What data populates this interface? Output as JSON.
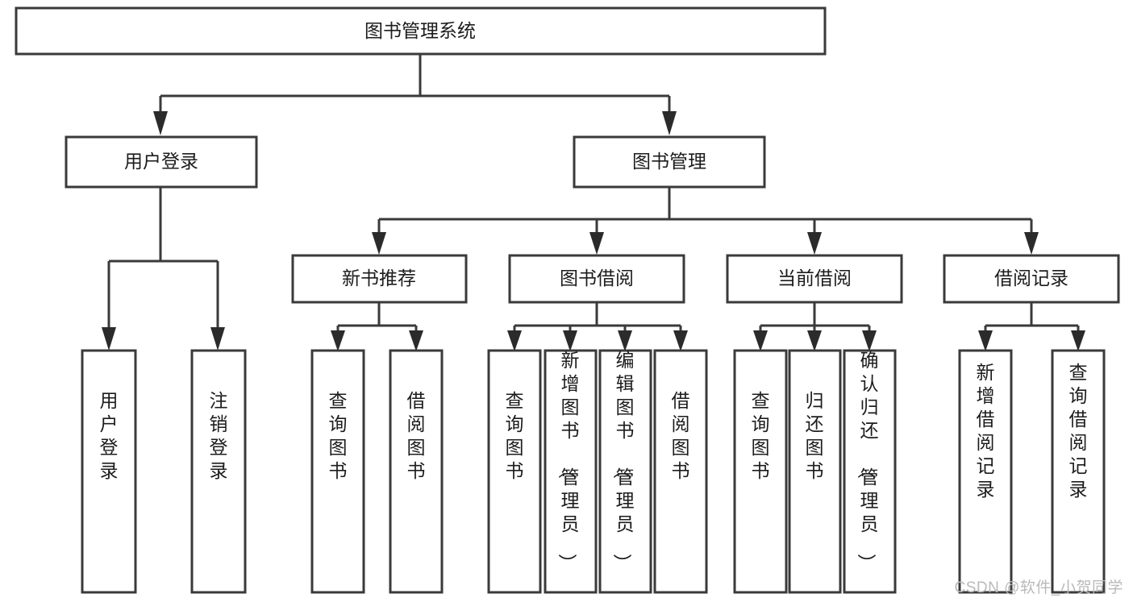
{
  "diagram": {
    "type": "tree",
    "title": "图书管理系统",
    "orientation": "top-down",
    "colors": {
      "box_stroke": "#3a3a3a",
      "box_fill": "#ffffff",
      "connector": "#3a3a3a",
      "text": "#1c1c1c",
      "watermark": "#b9b9b9"
    },
    "root": {
      "label": "图书管理系统"
    },
    "level2": [
      {
        "label": "用户登录"
      },
      {
        "label": "图书管理"
      }
    ],
    "level3": [
      {
        "label": "新书推荐"
      },
      {
        "label": "图书借阅"
      },
      {
        "label": "当前借阅"
      },
      {
        "label": "借阅记录"
      }
    ],
    "leaves": {
      "user_login": [
        {
          "label": "用户登录"
        },
        {
          "label": "注销登录"
        }
      ],
      "new_book_recommend": [
        {
          "label": "查询图书"
        },
        {
          "label": "借阅图书"
        }
      ],
      "book_borrow": [
        {
          "label": "查询图书"
        },
        {
          "label": "新增图书（管理员）"
        },
        {
          "label": "编辑图书（管理员）"
        },
        {
          "label": "借阅图书"
        }
      ],
      "current_borrow": [
        {
          "label": "查询图书"
        },
        {
          "label": "归还图书"
        },
        {
          "label": "确认归还（管理员）"
        }
      ],
      "borrow_record": [
        {
          "label": "新增借阅记录"
        },
        {
          "label": "查询借阅记录"
        }
      ]
    }
  },
  "watermark": {
    "text": "CSDN @软件_小贺同学"
  }
}
